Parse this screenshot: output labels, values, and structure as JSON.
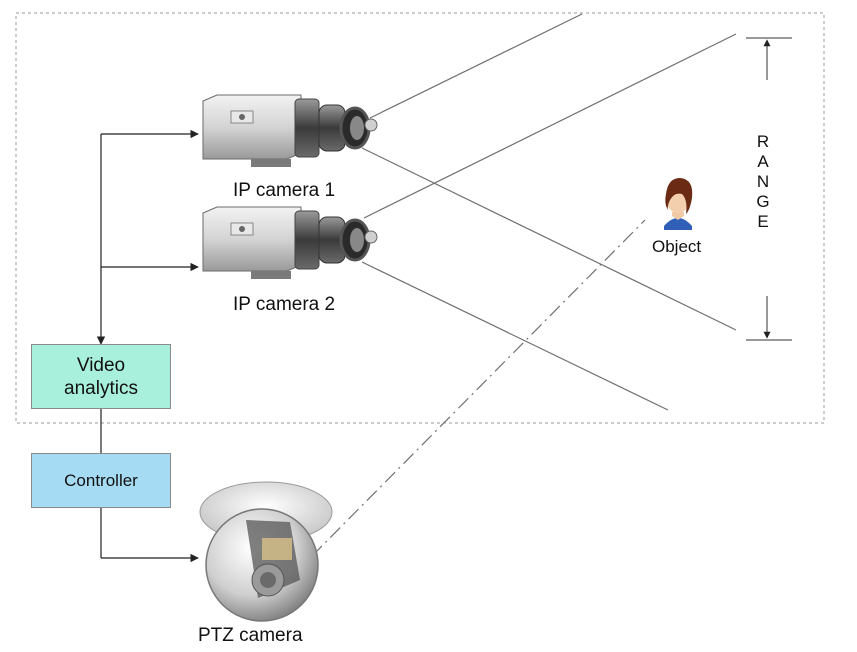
{
  "labels": {
    "camera1": "IP camera 1",
    "camera2": "IP camera 2",
    "ptz": "PTZ camera",
    "object": "Object",
    "video_analytics_line1": "Video",
    "video_analytics_line2": "analytics",
    "controller": "Controller",
    "range_letters": [
      "R",
      "A",
      "N",
      "G",
      "E"
    ]
  },
  "colors": {
    "video_analytics_fill": "#a8f0dc",
    "controller_fill": "#a6dcf3",
    "line": "#707070",
    "arrow": "#222222",
    "zone_border": "#9a9a9a"
  },
  "icons": [
    "ip-camera-icon",
    "ptz-dome-camera-icon",
    "person-icon"
  ]
}
